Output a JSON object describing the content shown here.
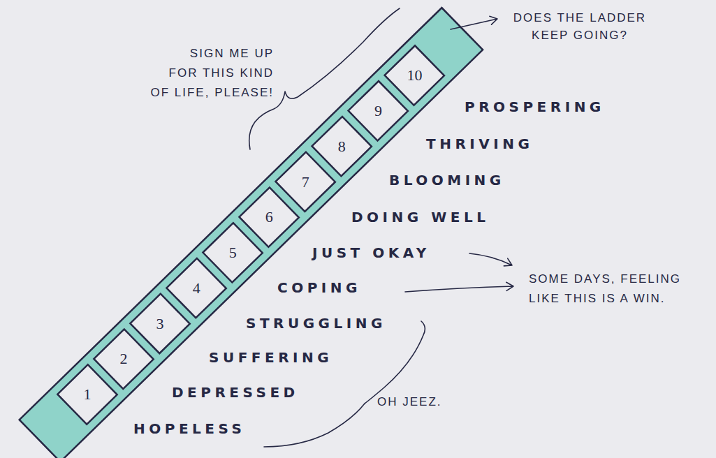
{
  "diagram": {
    "nodes": [
      {
        "text": [
          "1"
        ]
      },
      {
        "text": [
          "2"
        ]
      },
      {
        "text": [
          "3"
        ]
      },
      {
        "text": [
          "4"
        ]
      },
      {
        "text": [
          "5"
        ]
      },
      {
        "text": [
          "6"
        ]
      },
      {
        "text": [
          "7"
        ]
      },
      {
        "text": [
          "8"
        ]
      },
      {
        "text": [
          "9"
        ]
      },
      {
        "text": [
          "10"
        ]
      }
    ],
    "labels": [
      "DOES THE LADDER KEEP GOING?",
      "SIGN ME UP FOR THIS KIND OF LIFE, PLEASE!",
      "PROSPERING",
      "THRIVING",
      "BLOOMING",
      "DOING WELL",
      "JUST OKAY",
      "SOME DAYS, FEELING LIKE THIS IS A WIN.",
      "COPING",
      "STRUGGLING",
      "SUFFERING",
      "DEPRESSED",
      "OH JEEZ.",
      "HOPELESS"
    ]
  }
}
